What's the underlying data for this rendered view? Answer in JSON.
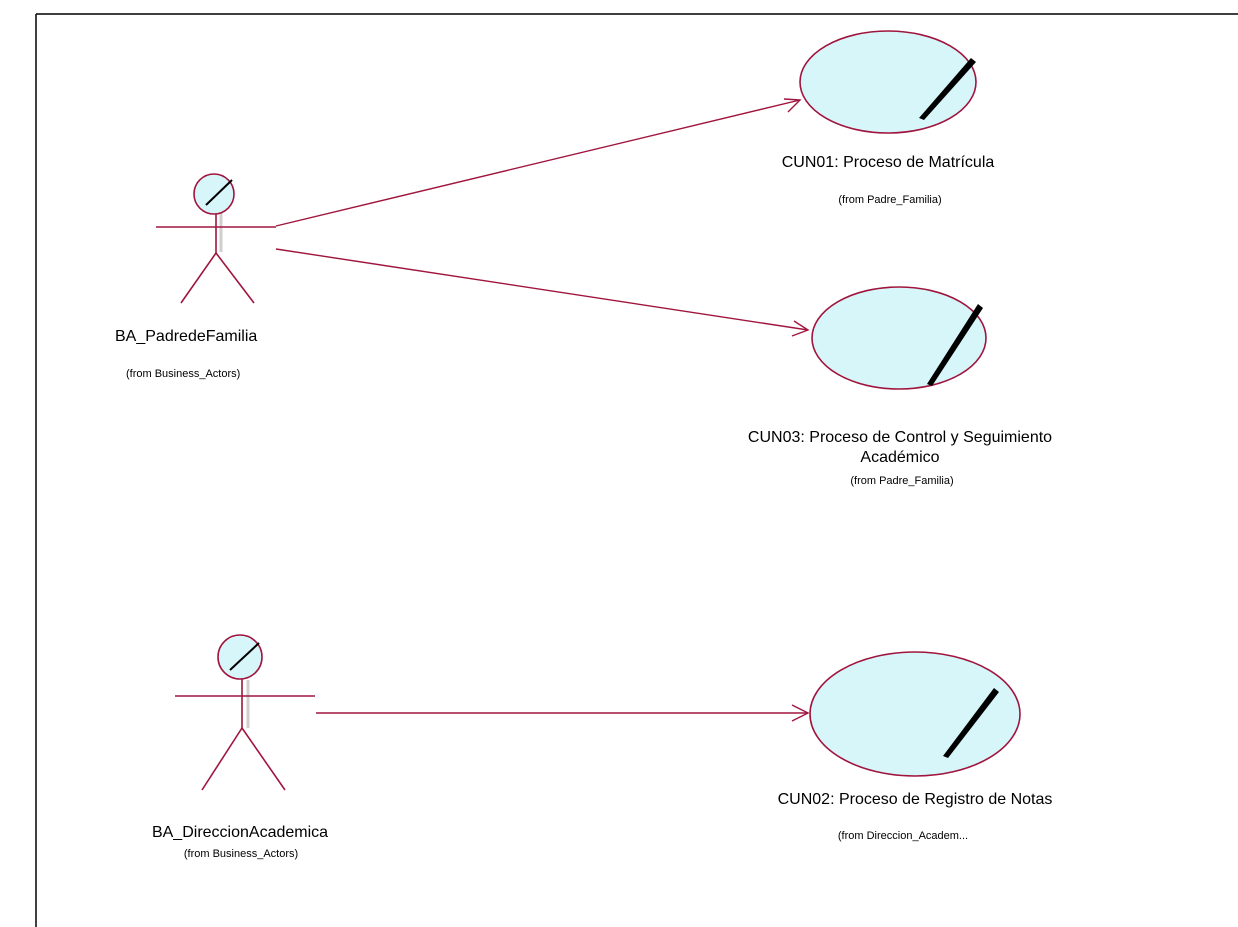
{
  "colors": {
    "line": "#a0153e",
    "fill": "#d7f6fa",
    "border": "#000000",
    "background": "#ffffff"
  },
  "actors": [
    {
      "name": "BA_PadredeFamilia",
      "from": "(from Business_Actors)"
    },
    {
      "name": "BA_DireccionAcademica",
      "from": "(from Business_Actors)"
    }
  ],
  "use_cases": [
    {
      "name": "CUN01: Proceso de Matrícula",
      "from": "(from Padre_Familia)"
    },
    {
      "name_line1": "CUN03: Proceso de Control y Seguimiento",
      "name_line2": "Académico",
      "from": "(from Padre_Familia)"
    },
    {
      "name": "CUN02: Proceso de Registro de Notas",
      "from": "(from Direccion_Academ..."
    }
  ],
  "associations": [
    {
      "from": "BA_PadredeFamilia",
      "to": "CUN01: Proceso de Matrícula"
    },
    {
      "from": "BA_PadredeFamilia",
      "to": "CUN03: Proceso de Control y Seguimiento Académico"
    },
    {
      "from": "BA_DireccionAcademica",
      "to": "CUN02: Proceso de Registro de Notas"
    }
  ]
}
